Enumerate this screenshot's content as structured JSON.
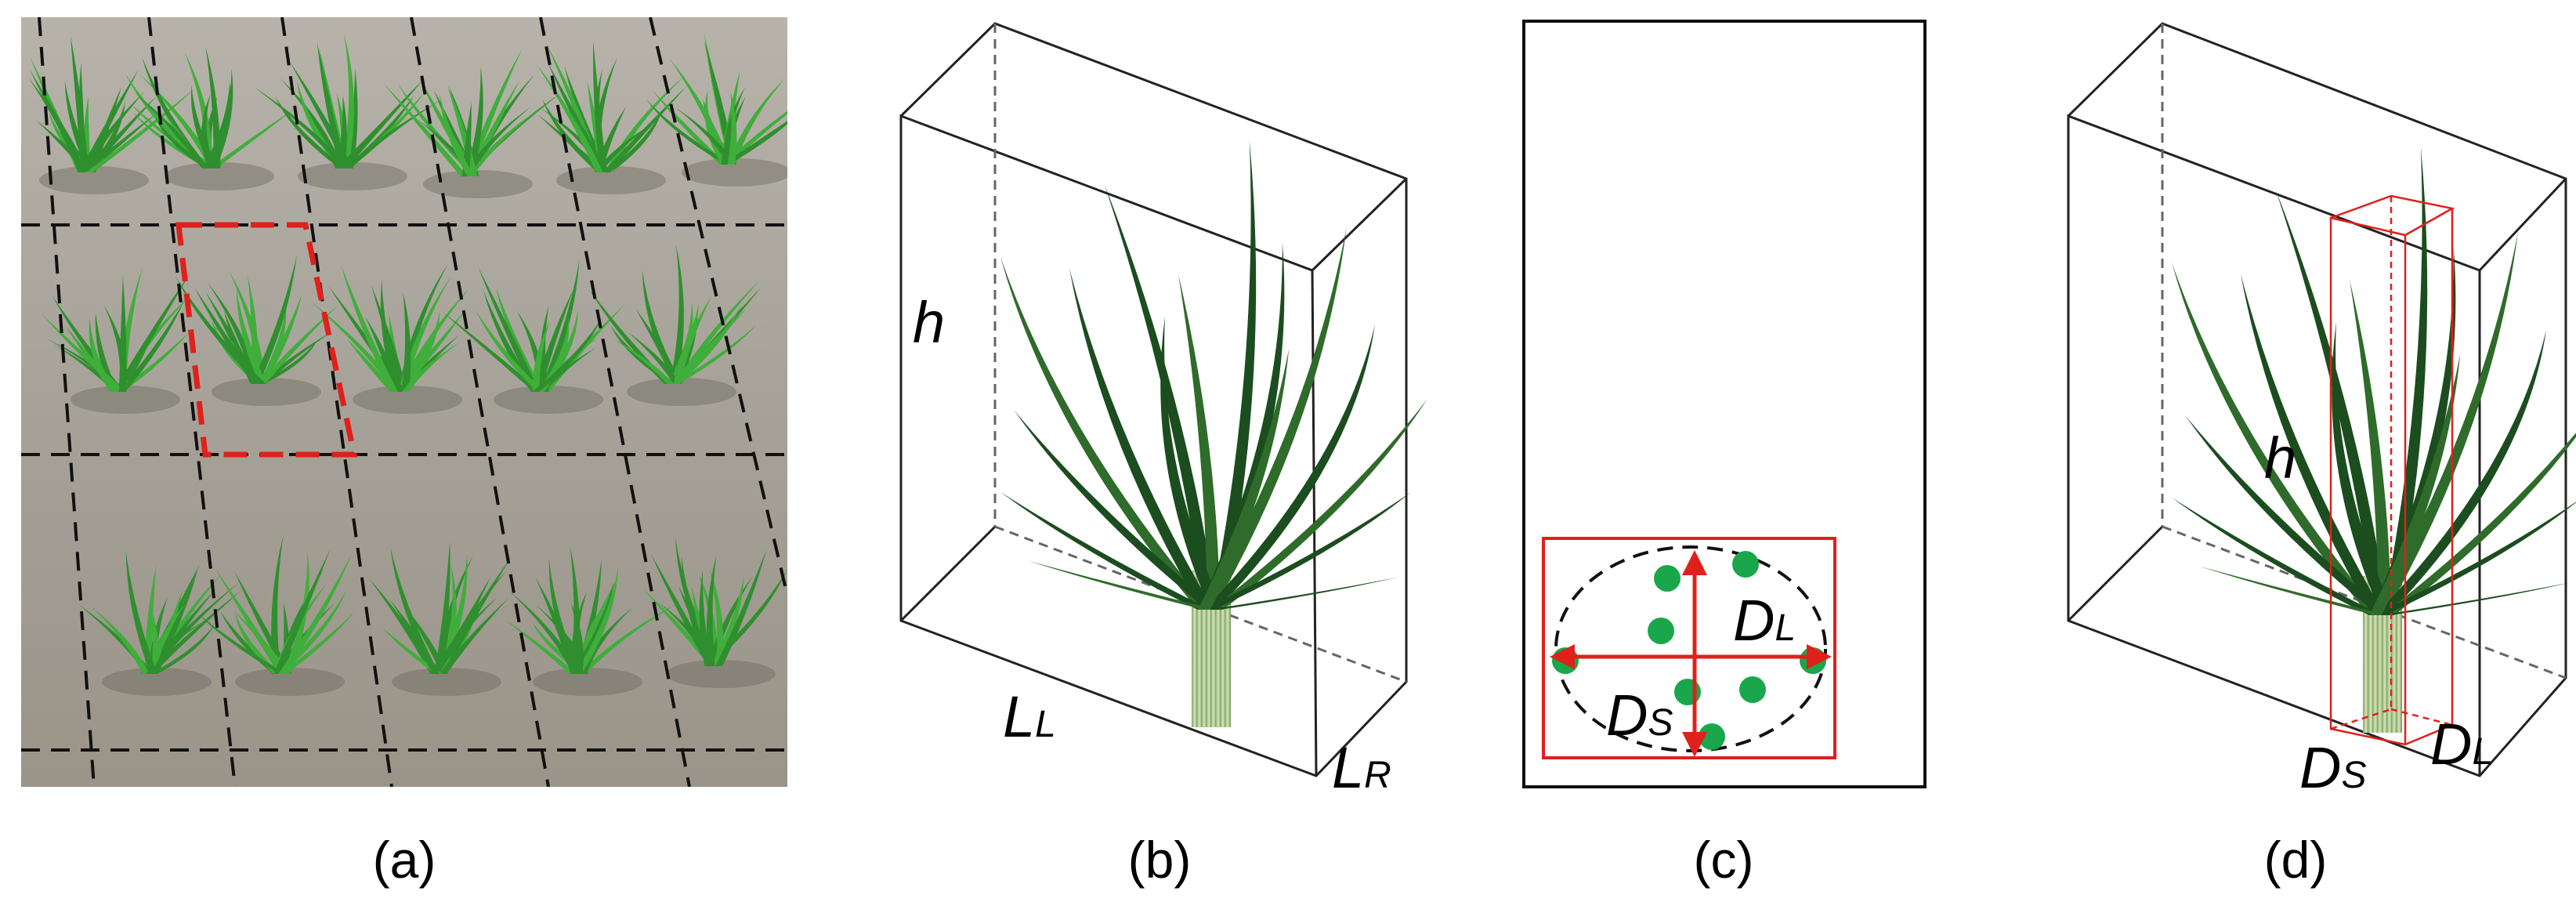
{
  "panels": {
    "a": {
      "caption": "(a)"
    },
    "b": {
      "caption": "(b)",
      "labels": {
        "h": "h",
        "LL_main": "L",
        "LL_sub": "L",
        "LR_main": "L",
        "LR_sub": "R"
      }
    },
    "c": {
      "caption": "(c)",
      "labels": {
        "DL_main": "D",
        "DL_sub": "L",
        "DS_main": "D",
        "DS_sub": "S"
      }
    },
    "d": {
      "caption": "(d)",
      "labels": {
        "h": "h",
        "DS_main": "D",
        "DS_sub": "S",
        "DL_main": "D",
        "DL_sub": "L"
      }
    }
  },
  "colors": {
    "water": "#a9a59c",
    "plant_light": "#3fae3b",
    "plant_dark": "#1b4d1f",
    "grid_line": "#111111",
    "highlight": "#e0201b",
    "dot": "#1aa64a",
    "box_line": "#222222"
  }
}
